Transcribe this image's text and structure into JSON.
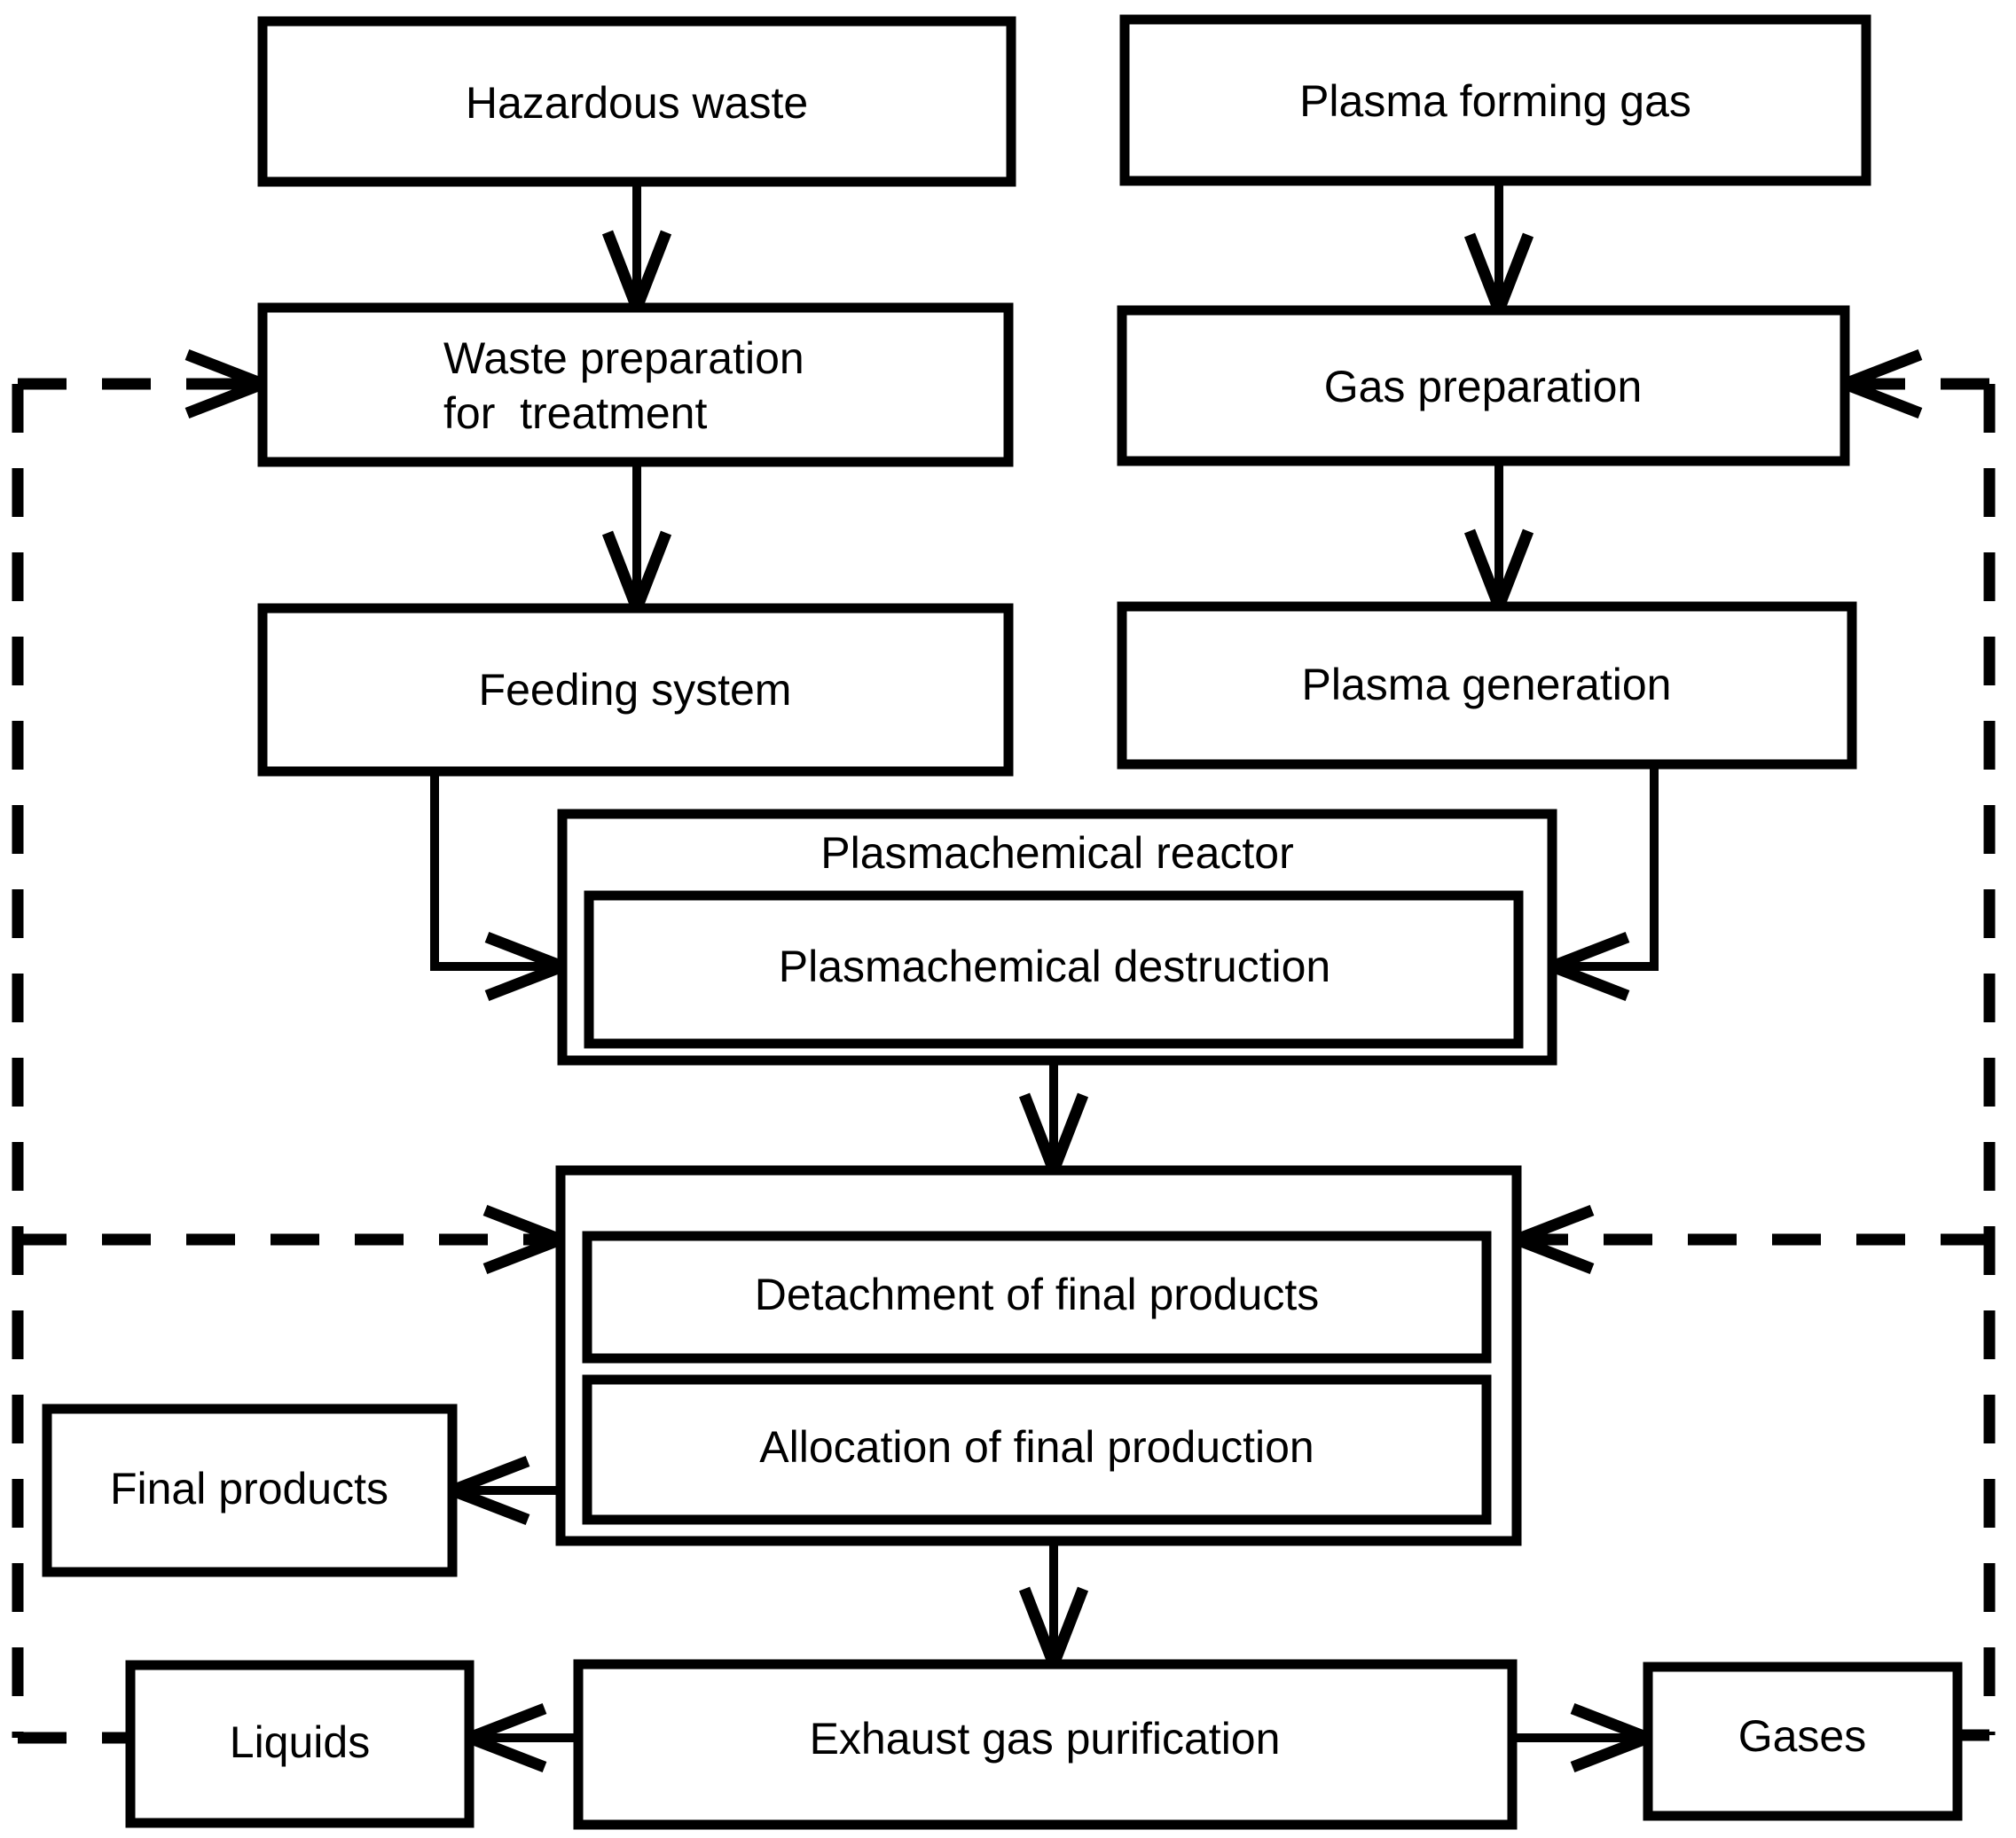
{
  "meta": {
    "diagram_type": "flowchart",
    "background_color": "#ffffff",
    "ink_color": "#000000"
  },
  "nodes": {
    "hazardous_waste": {
      "label": "Hazardous waste"
    },
    "plasma_forming_gas": {
      "label": "Plasma forming gas"
    },
    "waste_preparation": {
      "label_line1": "Waste preparation",
      "label_line2": "for  treatment"
    },
    "gas_preparation": {
      "label": "Gas preparation"
    },
    "feeding_system": {
      "label": "Feeding system"
    },
    "plasma_generation": {
      "label": "Plasma generation"
    },
    "plasmachemical_reactor": {
      "label": "Plasmachemical reactor"
    },
    "plasmachemical_destruction": {
      "label": "Plasmachemical destruction"
    },
    "detachment_of_final_products": {
      "label": "Detachment of final products"
    },
    "allocation_of_final_production": {
      "label": "Allocation of final production"
    },
    "final_products": {
      "label": "Final products"
    },
    "liquids": {
      "label": "Liquids"
    },
    "exhaust_gas_purification": {
      "label": "Exhaust gas purification"
    },
    "gases": {
      "label": "Gases"
    }
  },
  "edges": [
    {
      "from": "hazardous_waste",
      "to": "waste_preparation",
      "style": "solid"
    },
    {
      "from": "plasma_forming_gas",
      "to": "gas_preparation",
      "style": "solid"
    },
    {
      "from": "waste_preparation",
      "to": "feeding_system",
      "style": "solid"
    },
    {
      "from": "gas_preparation",
      "to": "plasma_generation",
      "style": "solid"
    },
    {
      "from": "feeding_system",
      "to": "plasmachemical_destruction",
      "style": "solid"
    },
    {
      "from": "plasma_generation",
      "to": "plasmachemical_destruction",
      "style": "solid"
    },
    {
      "from": "plasmachemical_reactor",
      "to": "detachment_of_final_products",
      "style": "solid"
    },
    {
      "from": "detachment_block",
      "to": "exhaust_gas_purification",
      "style": "solid"
    },
    {
      "from": "allocation_of_final_production",
      "to": "final_products",
      "style": "solid"
    },
    {
      "from": "exhaust_gas_purification",
      "to": "liquids",
      "style": "solid"
    },
    {
      "from": "exhaust_gas_purification",
      "to": "gases",
      "style": "solid"
    },
    {
      "from": "liquids",
      "to": "waste_preparation",
      "style": "dashed"
    },
    {
      "from": "liquids",
      "to": "detachment_of_final_products",
      "style": "dashed"
    },
    {
      "from": "gases",
      "to": "gas_preparation",
      "style": "dashed"
    },
    {
      "from": "gases",
      "to": "detachment_of_final_products",
      "style": "dashed"
    }
  ]
}
